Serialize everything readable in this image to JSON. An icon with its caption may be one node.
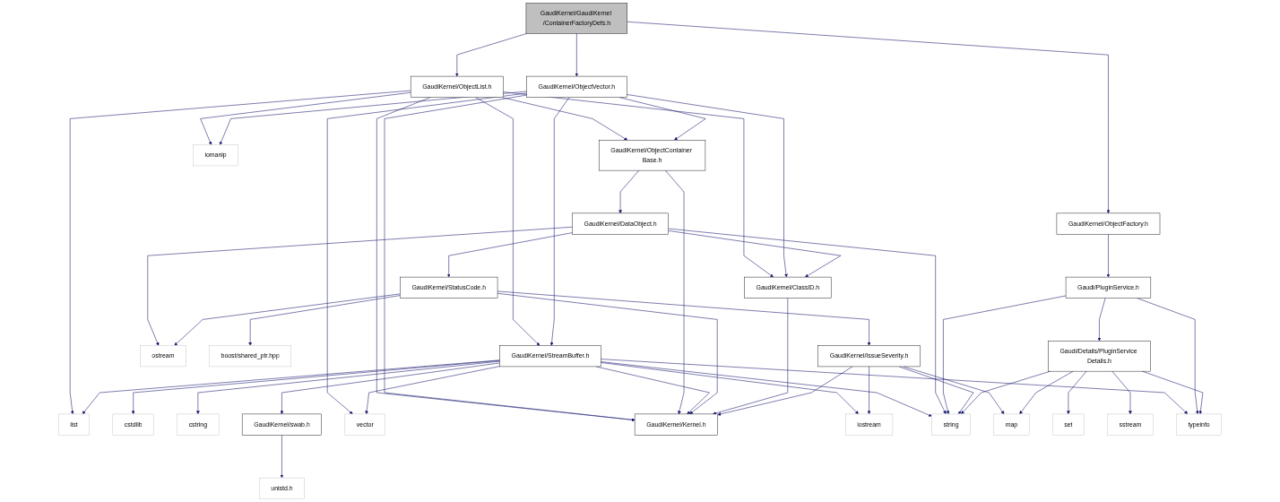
{
  "diagram": {
    "nodes": [
      {
        "text": [
          "GaudiKernel/GaudiKernel /ContainerFactoryDefs.h"
        ]
      },
      {
        "text": [
          "GaudiKernel/ObjectList.h"
        ]
      },
      {
        "text": [
          "GaudiKernel/ObjectVector.h"
        ]
      },
      {
        "text": [
          "GaudiKernel/ObjectFactory.h"
        ]
      },
      {
        "text": [
          "GaudiKernel/ObjectContainer Base.h"
        ]
      },
      {
        "text": [
          "iomanip"
        ]
      },
      {
        "text": [
          "GaudiKernel/StreamBuffer.h"
        ]
      },
      {
        "text": [
          "GaudiKernel/DataObject.h"
        ]
      },
      {
        "text": [
          "list"
        ]
      },
      {
        "text": [
          "cstdlib"
        ]
      },
      {
        "text": [
          "cstring"
        ]
      },
      {
        "text": [
          "GaudiKernel/swab.h"
        ]
      },
      {
        "text": [
          "vector"
        ]
      },
      {
        "text": [
          "GaudiKernel/StatusCode.h"
        ]
      },
      {
        "text": [
          "GaudiKernel/ClassID.h"
        ]
      },
      {
        "text": [
          "unistd.h"
        ]
      },
      {
        "text": [
          "Gaudi/PluginService.h"
        ]
      },
      {
        "text": [
          "ostream"
        ]
      },
      {
        "text": [
          "boost/shared_ptr.hpp"
        ]
      },
      {
        "text": [
          "GaudiKernel/IssueSeverity.h"
        ]
      },
      {
        "text": [
          "Gaudi/Details/PluginService Details.h"
        ]
      },
      {
        "text": [
          "GaudiKernel/Kernel.h"
        ]
      },
      {
        "text": [
          "iostream"
        ]
      },
      {
        "text": [
          "string"
        ]
      },
      {
        "text": [
          "map"
        ]
      },
      {
        "text": [
          "set"
        ]
      },
      {
        "text": [
          "sstream"
        ]
      },
      {
        "text": [
          "typeinfo"
        ]
      }
    ],
    "edges": [
      {
        "from": 0,
        "to": 1,
        "arrow": "to"
      },
      {
        "from": 0,
        "to": 2,
        "arrow": "to"
      },
      {
        "from": 0,
        "to": 3,
        "arrow": "to"
      },
      {
        "from": 1,
        "to": 4,
        "arrow": "to"
      },
      {
        "from": 1,
        "to": 5,
        "arrow": "to"
      },
      {
        "from": 1,
        "to": 6,
        "arrow": "to"
      },
      {
        "from": 1,
        "to": 8,
        "arrow": "to"
      },
      {
        "from": 1,
        "to": 14,
        "arrow": "to"
      },
      {
        "from": 1,
        "to": 21,
        "arrow": "to"
      },
      {
        "from": 2,
        "to": 4,
        "arrow": "to"
      },
      {
        "from": 2,
        "to": 5,
        "arrow": "to"
      },
      {
        "from": 2,
        "to": 6,
        "arrow": "to"
      },
      {
        "from": 2,
        "to": 12,
        "arrow": "to"
      },
      {
        "from": 2,
        "to": 14,
        "arrow": "to"
      },
      {
        "from": 2,
        "to": 21,
        "arrow": "to"
      },
      {
        "from": 3,
        "to": 16,
        "arrow": "to"
      },
      {
        "from": 4,
        "to": 7,
        "arrow": "to"
      },
      {
        "from": 4,
        "to": 21,
        "arrow": "to"
      },
      {
        "from": 6,
        "to": 8,
        "arrow": "to"
      },
      {
        "from": 6,
        "to": 9,
        "arrow": "to"
      },
      {
        "from": 6,
        "to": 10,
        "arrow": "to"
      },
      {
        "from": 6,
        "to": 11,
        "arrow": "to"
      },
      {
        "from": 6,
        "to": 12,
        "arrow": "to"
      },
      {
        "from": 6,
        "to": 21,
        "arrow": "to"
      },
      {
        "from": 6,
        "to": 22,
        "arrow": "to"
      },
      {
        "from": 6,
        "to": 23,
        "arrow": "to"
      },
      {
        "from": 6,
        "to": 27,
        "arrow": "to"
      },
      {
        "from": 7,
        "to": 13,
        "arrow": "to"
      },
      {
        "from": 7,
        "to": 14,
        "arrow": "to"
      },
      {
        "from": 7,
        "to": 17,
        "arrow": "to"
      },
      {
        "from": 7,
        "to": 23,
        "arrow": "to"
      },
      {
        "from": 11,
        "to": 15,
        "arrow": "to"
      },
      {
        "from": 13,
        "to": 17,
        "arrow": "to"
      },
      {
        "from": 13,
        "to": 18,
        "arrow": "to"
      },
      {
        "from": 13,
        "to": 21,
        "arrow": "to"
      },
      {
        "from": 13,
        "to": 19,
        "arrow": "to"
      },
      {
        "from": 14,
        "to": 21,
        "arrow": "to"
      },
      {
        "from": 16,
        "to": 23,
        "arrow": "to"
      },
      {
        "from": 16,
        "to": 20,
        "arrow": "to"
      },
      {
        "from": 16,
        "to": 27,
        "arrow": "to"
      },
      {
        "from": 19,
        "to": 21,
        "arrow": "to"
      },
      {
        "from": 19,
        "to": 22,
        "arrow": "to"
      },
      {
        "from": 19,
        "to": 23,
        "arrow": "to"
      },
      {
        "from": 19,
        "to": 24,
        "arrow": "to"
      },
      {
        "from": 20,
        "to": 23,
        "arrow": "to"
      },
      {
        "from": 20,
        "to": 24,
        "arrow": "to"
      },
      {
        "from": 20,
        "to": 25,
        "arrow": "to"
      },
      {
        "from": 20,
        "to": 26,
        "arrow": "to"
      },
      {
        "from": 20,
        "to": 27,
        "arrow": "to"
      }
    ]
  }
}
